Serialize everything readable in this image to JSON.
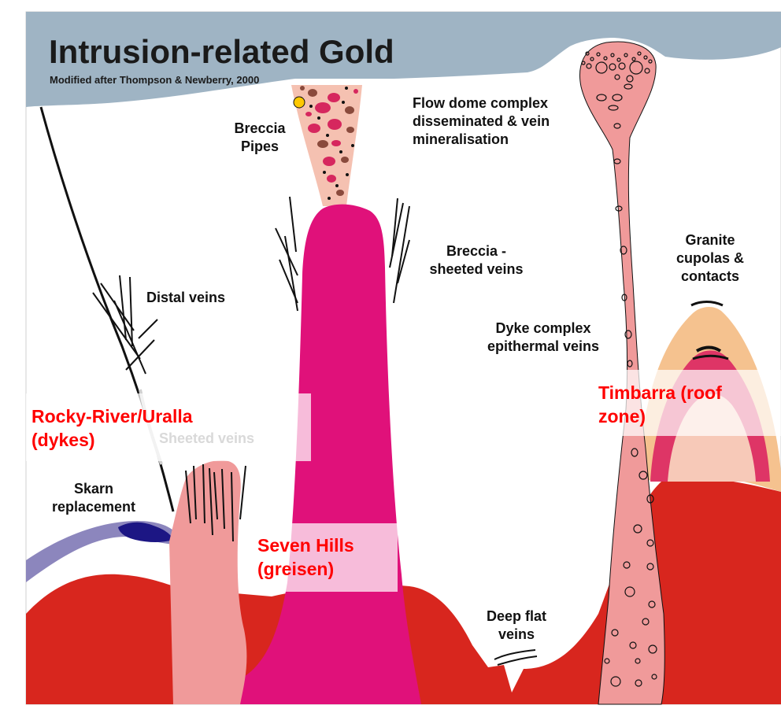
{
  "title": "Intrusion-related Gold",
  "subtitle": "Modified after Thompson & Newberry, 2000",
  "labels": {
    "breccia_pipes": [
      "Breccia",
      "Pipes"
    ],
    "flow_dome": [
      "Flow dome complex",
      "disseminated & vein",
      "mineralisation"
    ],
    "breccia_sheeted": [
      "Breccia -",
      "sheeted veins"
    ],
    "granite_cupolas": [
      "Granite",
      "cupolas &",
      "contacts"
    ],
    "distal_veins": "Distal veins",
    "dyke_complex": [
      "Dyke complex",
      "epithermal veins"
    ],
    "sheeted_veins": "Sheeted veins",
    "skarn": [
      "Skarn",
      "replacement"
    ],
    "deep_flat": [
      "Deep flat",
      "veins"
    ]
  },
  "deposits": {
    "rocky_river": [
      "Rocky-River/Uralla",
      "(dykes)"
    ],
    "timbarra": [
      "Timbarra (roof",
      "zone)"
    ],
    "seven_hills": [
      "Seven Hills",
      "(greisen)"
    ]
  },
  "colors": {
    "cover": "#9fb4c4",
    "granite_red": "#d8261e",
    "stock_magenta": "#e0117a",
    "dyke_pink": "#f09a9a",
    "breccia_fill": "#f5c1b1",
    "cupola_outer": "#f5c28f",
    "skarn_purple": "#8c86bd",
    "deposit_text": "#ff0000"
  }
}
